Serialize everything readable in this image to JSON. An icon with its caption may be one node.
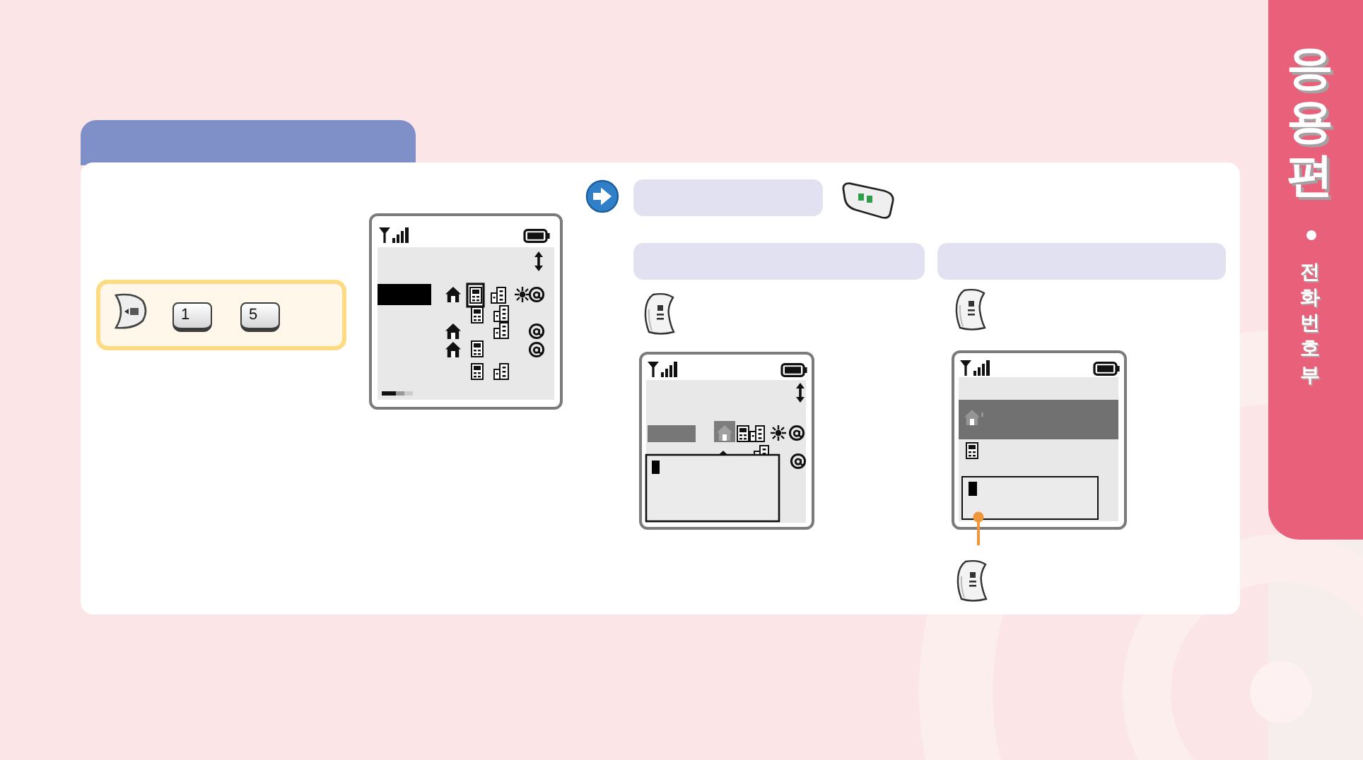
{
  "diagram": {
    "nodes": [
      {
        "text": [],
        "shape": "box"
      },
      {
        "text": [],
        "shape": "box"
      },
      {
        "text": [],
        "shape": "box"
      },
      {
        "text": [],
        "shape": "box"
      },
      {
        "text": [],
        "shape": "box"
      },
      {
        "text": [
          "응용편",
          "전화번호부"
        ]
      }
    ],
    "edges": [
      {
        "from": null,
        "to": 4,
        "arrow": "other"
      }
    ],
    "labels": [
      "1",
      "5"
    ]
  }
}
